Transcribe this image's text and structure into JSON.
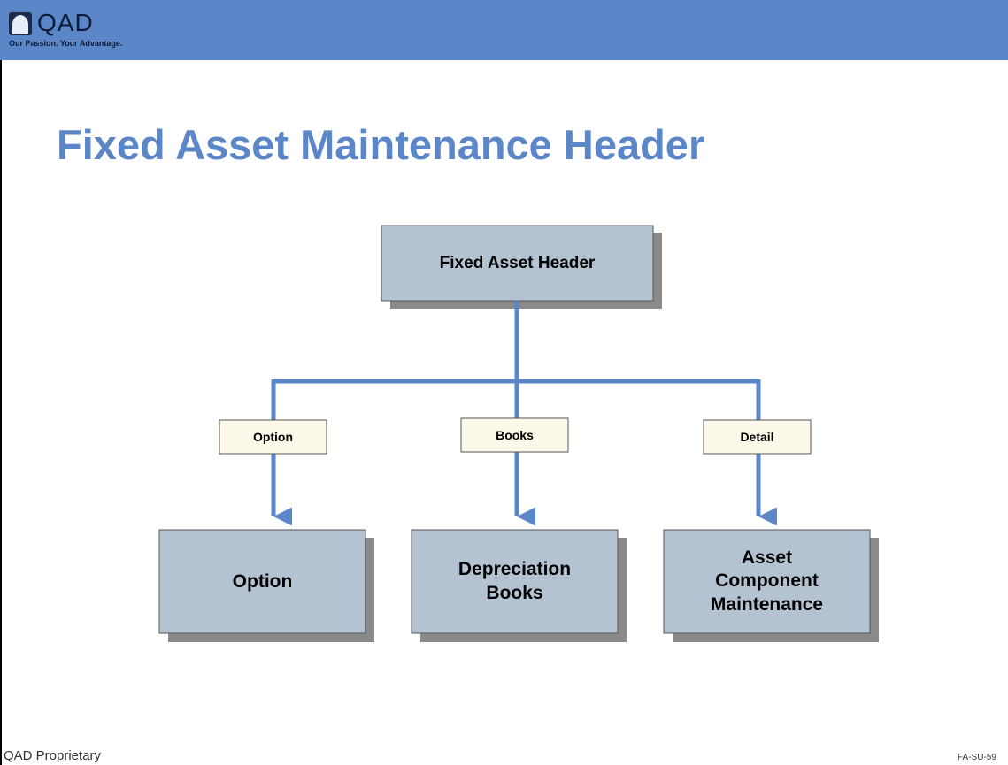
{
  "header": {
    "logo_text": "QAD",
    "logo_tagline": "Our Passion. Your Advantage."
  },
  "slide": {
    "title": "Fixed Asset Maintenance Header"
  },
  "diagram": {
    "root": "Fixed Asset Header",
    "branches": [
      {
        "connector": "Option",
        "target": "Option"
      },
      {
        "connector": "Books",
        "target": "Depreciation Books"
      },
      {
        "connector": "Detail",
        "target": "Asset Component Maintenance"
      }
    ]
  },
  "footer": {
    "left": "QAD Proprietary",
    "right": "FA-SU-59"
  },
  "colors": {
    "brand_blue": "#5b86c7",
    "box_fill": "#b3c3d1",
    "tag_fill": "#fdf9ea",
    "connector": "#5b86c7"
  }
}
